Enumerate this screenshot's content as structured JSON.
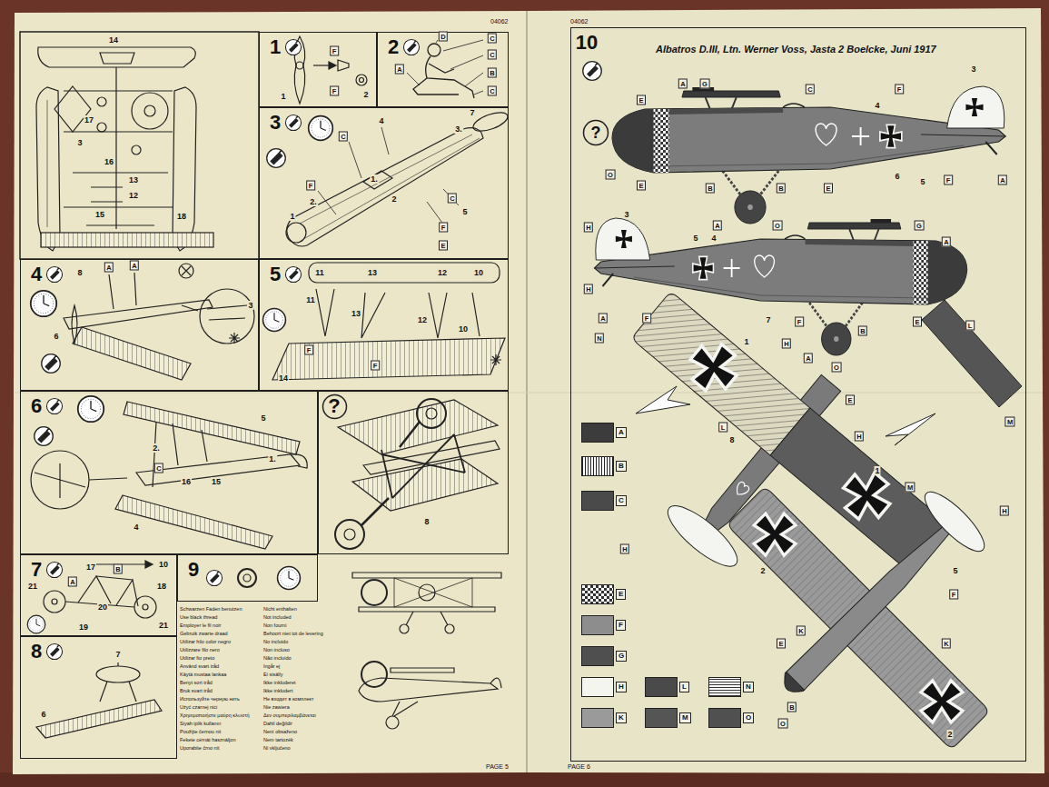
{
  "diagram": {
    "title": "Albatros D.III, Ltn. Werner Voss, Jasta 2 Boelcke, Juni 1917",
    "nodes": [
      {
        "text": [
          "1"
        ]
      },
      {
        "text": [
          "2"
        ]
      },
      {
        "text": [
          "3"
        ]
      },
      {
        "text": [
          "4"
        ]
      },
      {
        "text": [
          "5"
        ]
      },
      {
        "text": [
          "6"
        ]
      },
      {
        "text": [
          "?"
        ]
      },
      {
        "text": [
          "7"
        ]
      },
      {
        "text": [
          "9"
        ]
      },
      {
        "text": [
          "8"
        ]
      },
      {
        "text": [
          "10"
        ]
      },
      {
        "text": [
          "?"
        ],
        "in": 10
      }
    ],
    "labels": [
      "04062",
      "04062",
      "PAGE 5",
      "PAGE 6",
      "14",
      "17",
      "3",
      "16",
      "13",
      "12",
      "15",
      "18",
      "F",
      "F",
      "1",
      "2",
      "D",
      "C",
      "C",
      "A",
      "B",
      "C",
      "4",
      "7",
      "3.",
      "C",
      "F",
      "2.",
      "1.",
      "1",
      "2",
      "C",
      "5",
      "F",
      "E",
      "8",
      "A",
      "A",
      "6",
      "3",
      "11",
      "13",
      "12",
      "10",
      "11",
      "13",
      "12",
      "10",
      "F",
      "F",
      "14",
      "5",
      "2.",
      "1.",
      "C",
      "16",
      "15",
      "4",
      "8",
      "10",
      "21",
      "A",
      "17",
      "B",
      "18",
      "20",
      "19",
      "21",
      "7",
      "6",
      "Schwarzen Faden benutzen",
      "Use black thread",
      "Employer le fil noir",
      "Gebruik zwarte draad",
      "Utilizar hilo color negro",
      "Utilizzare filo nero",
      "Utilizar fio preto",
      "Använd svart tråd",
      "Käytä mustaa lankaa",
      "Benyt sort tråd",
      "Bruk svart tråd",
      "Используйте черную нить",
      "Użyć czarnej nici",
      "Χρησιμοποιήστε μαύρη κλωστή",
      "Siyah iplik kullanın",
      "Použijte černou nit",
      "Fekete cérnát használjon",
      "Uporabite črno nit",
      "Nicht enthalten",
      "Not included",
      "Non fourni",
      "Behoort niet tot de levering",
      "No incluido",
      "Non incluso",
      "Não incluído",
      "Ingår ej",
      "Ei sisälly",
      "Ikke inkluderet",
      "Ikke inkludert",
      "Не входит в комплект",
      "Nie zawiera",
      "Δεν συμπεριλαμβάνεται",
      "Dahil değildir",
      "Není obsaženo",
      "Nem tartozék",
      "Ni vključeno",
      "A",
      "G",
      "C",
      "F",
      "3",
      "4",
      "E",
      "O",
      "E",
      "B",
      "B",
      "E",
      "6",
      "5",
      "F",
      "A",
      "A",
      "O",
      "H",
      "3",
      "5",
      "4",
      "G",
      "A",
      "H",
      "A",
      "F",
      "7",
      "F",
      "B",
      "E",
      "O",
      "N",
      "1",
      "H",
      "A",
      "L",
      "M",
      "E",
      "L",
      "H",
      "8",
      "1",
      "M",
      "H",
      "H",
      "2",
      "5",
      "F",
      "E",
      "K",
      "K",
      "B",
      "O",
      "2"
    ],
    "legend": [
      {
        "text": "A",
        "color": "#3c3c3c"
      },
      {
        "text": "B"
      },
      {
        "text": "C",
        "color": "#4a4a4a"
      },
      {
        "text": "E"
      },
      {
        "text": "F",
        "color": "#8d8d8d"
      },
      {
        "text": "G",
        "color": "#4f4f4f"
      },
      {
        "text": "H",
        "color": "#f5f5f0"
      },
      {
        "text": "L",
        "color": "#4a4a4a"
      },
      {
        "text": "N"
      },
      {
        "text": "K",
        "color": "#9a9a9a"
      },
      {
        "text": "M",
        "color": "#555555"
      },
      {
        "text": "O",
        "color": "#505050"
      }
    ]
  }
}
